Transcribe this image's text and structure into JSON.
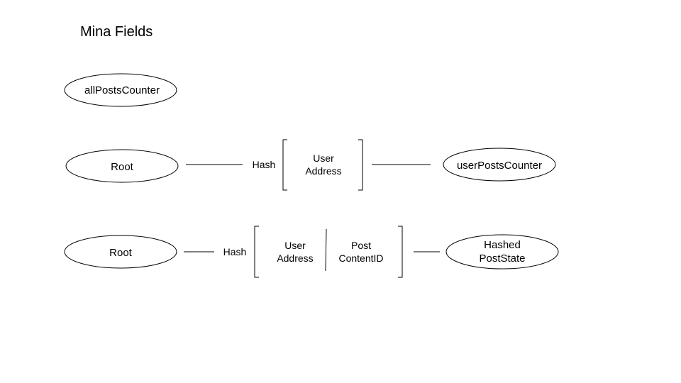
{
  "title": "Mina Fields",
  "fields": {
    "all_posts_counter": "allPostsCounter",
    "row1": {
      "root": "Root",
      "hash": "Hash",
      "key_line1": "User",
      "key_line2": "Address",
      "value": "userPostsCounter"
    },
    "row2": {
      "root": "Root",
      "hash": "Hash",
      "key1_line1": "User",
      "key1_line2": "Address",
      "key2_line1": "Post",
      "key2_line2": "ContentID",
      "value_line1": "Hashed",
      "value_line2": "PostState"
    }
  },
  "colors": {
    "stroke": "#000000",
    "background": "#ffffff"
  }
}
